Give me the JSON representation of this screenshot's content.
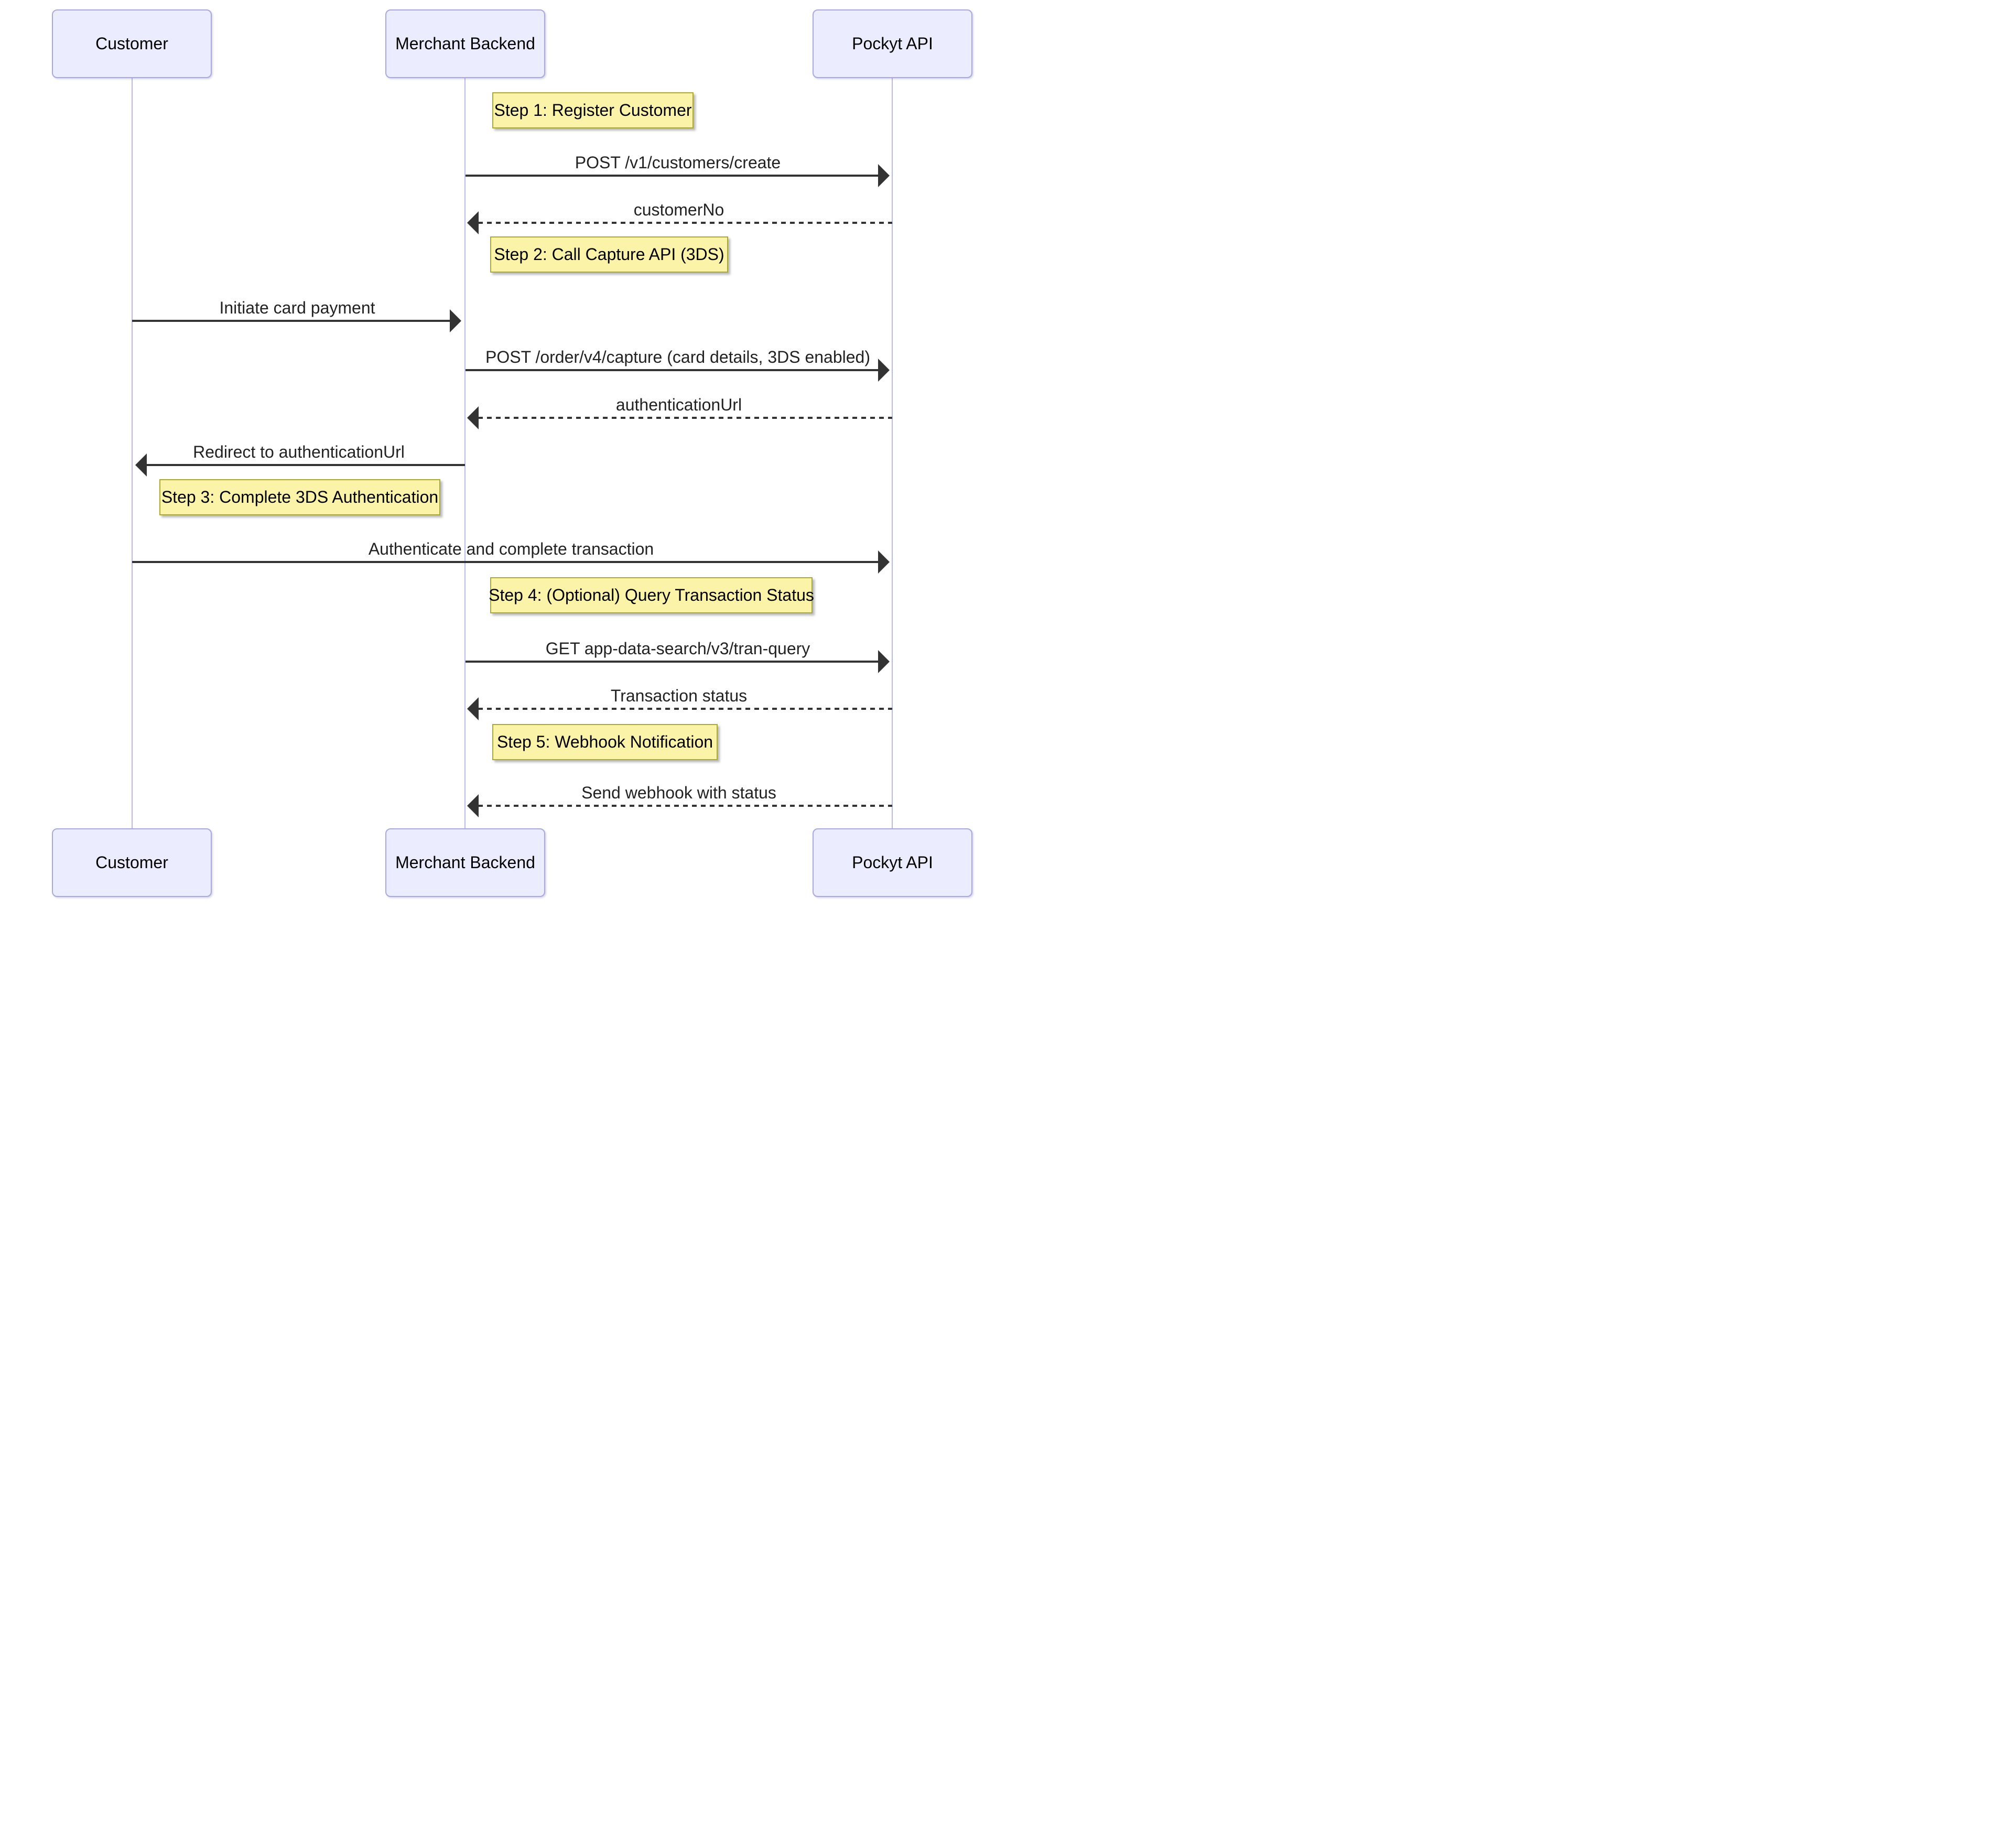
{
  "diagram": {
    "type": "sequence-diagram",
    "actors": [
      {
        "name": "Customer"
      },
      {
        "name": "Merchant Backend"
      },
      {
        "name": "Pockyt API"
      }
    ],
    "notes": [
      {
        "label": "Step 1: Register Customer",
        "position": "right of Merchant Backend"
      },
      {
        "label": "Step 2: Call Capture API (3DS)",
        "position": "right of Merchant Backend"
      },
      {
        "label": "Step 3: Complete 3DS Authentication",
        "position": "right of Customer"
      },
      {
        "label": "Step 4: (Optional) Query Transaction Status",
        "position": "right of Merchant Backend"
      },
      {
        "label": "Step 5: Webhook Notification",
        "position": "right of Merchant Backend"
      }
    ],
    "messages": [
      {
        "label": "POST /v1/customers/create",
        "from": "Merchant Backend",
        "to": "Pockyt API",
        "style": "solid"
      },
      {
        "label": "customerNo",
        "from": "Pockyt API",
        "to": "Merchant Backend",
        "style": "dashed"
      },
      {
        "label": "Initiate card payment",
        "from": "Customer",
        "to": "Merchant Backend",
        "style": "solid"
      },
      {
        "label": "POST /order/v4/capture (card details, 3DS enabled)",
        "from": "Merchant Backend",
        "to": "Pockyt API",
        "style": "solid"
      },
      {
        "label": "authenticationUrl",
        "from": "Pockyt API",
        "to": "Merchant Backend",
        "style": "dashed"
      },
      {
        "label": "Redirect to authenticationUrl",
        "from": "Merchant Backend",
        "to": "Customer",
        "style": "solid"
      },
      {
        "label": "Authenticate and complete transaction",
        "from": "Customer",
        "to": "Pockyt API",
        "style": "solid"
      },
      {
        "label": "GET app-data-search/v3/tran-query",
        "from": "Merchant Backend",
        "to": "Pockyt API",
        "style": "solid"
      },
      {
        "label": "Transaction status",
        "from": "Pockyt API",
        "to": "Merchant Backend",
        "style": "dashed"
      },
      {
        "label": "Send webhook with status",
        "from": "Pockyt API",
        "to": "Merchant Backend",
        "style": "dashed"
      }
    ],
    "colors": {
      "actor_fill": "#ECECFF",
      "actor_border": "#A9A9E0",
      "lifeline": "#B9B9F0",
      "note_fill": "#FAF3A8",
      "note_border": "#AAAA33",
      "message_line": "#333333",
      "text": "#000000"
    }
  }
}
